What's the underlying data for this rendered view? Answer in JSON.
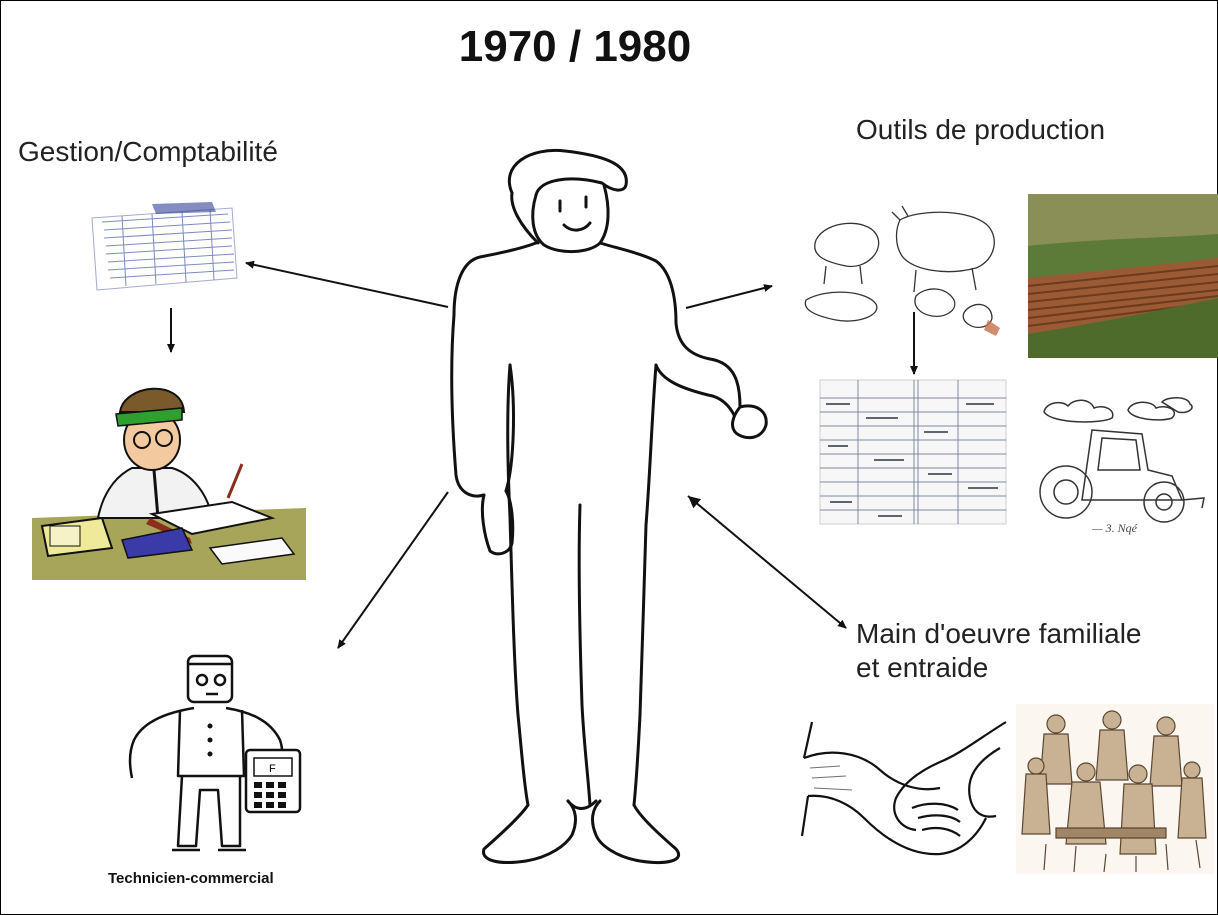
{
  "title": "1970 / 1980",
  "labels": {
    "gestion": "Gestion/Comptabilité",
    "outils": "Outils de production",
    "main_line1": "Main d'oeuvre familiale",
    "main_line2": "et entraide",
    "technicien": "Technicien-commercial"
  },
  "tractor_caption": "— 3. Nqé",
  "calculator_screen": "F",
  "icons": [
    "farmer-figure-icon",
    "ledger-sketch-icon",
    "accountant-icon",
    "technician-icon",
    "animals-sketch-icon",
    "field-photo-icon",
    "register-document-icon",
    "tractor-sketch-icon",
    "handshake-icon",
    "family-group-icon"
  ],
  "colors": {
    "line": "#111111",
    "field_brown": "#9a5a34",
    "field_green": "#5c7a3a",
    "cap_green": "#2fa02f",
    "desk_olive": "#9a9a4a"
  }
}
